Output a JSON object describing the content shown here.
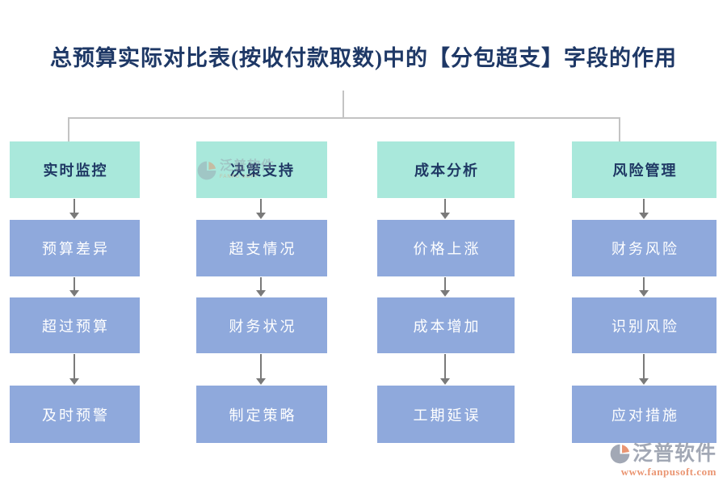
{
  "title": "总预算实际对比表(按收付款取数)中的【分包超支】字段的作用",
  "columns": [
    {
      "header": "实时监控",
      "steps": [
        "预算差异",
        "超过预算",
        "及时预警"
      ]
    },
    {
      "header": "决策支持",
      "steps": [
        "超支情况",
        "财务状况",
        "制定策略"
      ]
    },
    {
      "header": "成本分析",
      "steps": [
        "价格上涨",
        "成本增加",
        "工期延误"
      ]
    },
    {
      "header": "风险管理",
      "steps": [
        "财务风险",
        "识别风险",
        "应对措施"
      ]
    }
  ],
  "watermark": {
    "brand": "泛普软件",
    "subtext": "FANPU SOFT"
  },
  "logo": {
    "brand": "泛普软件",
    "url": "www.fanpusoft.com"
  },
  "colors": {
    "title": "#1e3866",
    "header_box": "#a9e8db",
    "header_text": "#1f3864",
    "step_box": "#8fa9dc",
    "step_text": "#ffffff",
    "arrow": "#7a7a7a",
    "connector": "#c3c3c3",
    "logo_gray": "#969dab",
    "logo_orange": "#e8875f"
  }
}
